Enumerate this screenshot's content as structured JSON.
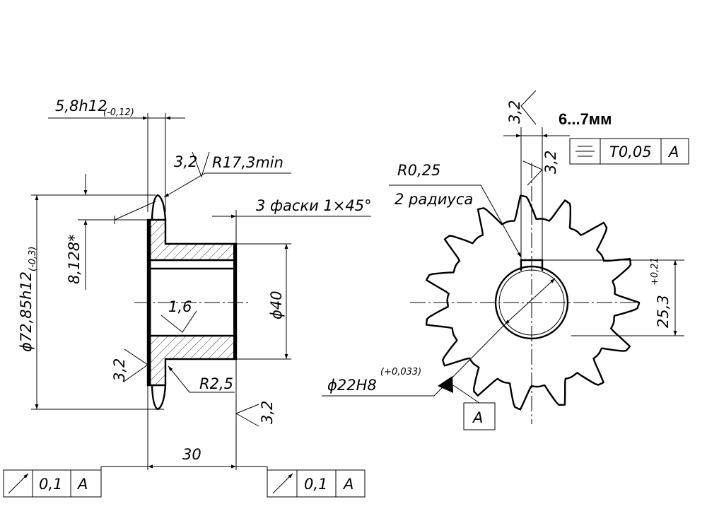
{
  "side_view": {
    "hub_width": "5,8h12",
    "hub_width_tol": "(-0,12)",
    "top_roughness": "3,2",
    "outer_radius": "R17,3min",
    "chamfer_note": "3 фаски 1×45°",
    "tooth_height": "8,128*",
    "outer_diameter": "ϕ72,85h12",
    "outer_diameter_tol": "(-0,3)",
    "bore_roughness": "1,6",
    "hub_diameter": "ϕ40",
    "left_roughness": "3,2",
    "fillet_radius": "R2,5",
    "right_roughness": "3,2",
    "overall_length": "30"
  },
  "front_view": {
    "keyway_width_roughness": "3,2",
    "keyway_side_roughness": "3,2",
    "keyway_size": "6...7мм",
    "symmetry_tolerance": "T0,05",
    "symmetry_datum": "A",
    "corner_radius": "R0,25",
    "corner_radius_note": "2 радиуса",
    "keyway_depth": "25,3",
    "keyway_depth_tol": "+0,21",
    "bore_diameter": "ϕ22H8",
    "bore_diameter_tol": "(+0,033)",
    "datum_label": "A"
  },
  "tolerance_frames": [
    {
      "value": "0,1",
      "datum": "A"
    },
    {
      "value": "0,1",
      "datum": "A"
    }
  ]
}
